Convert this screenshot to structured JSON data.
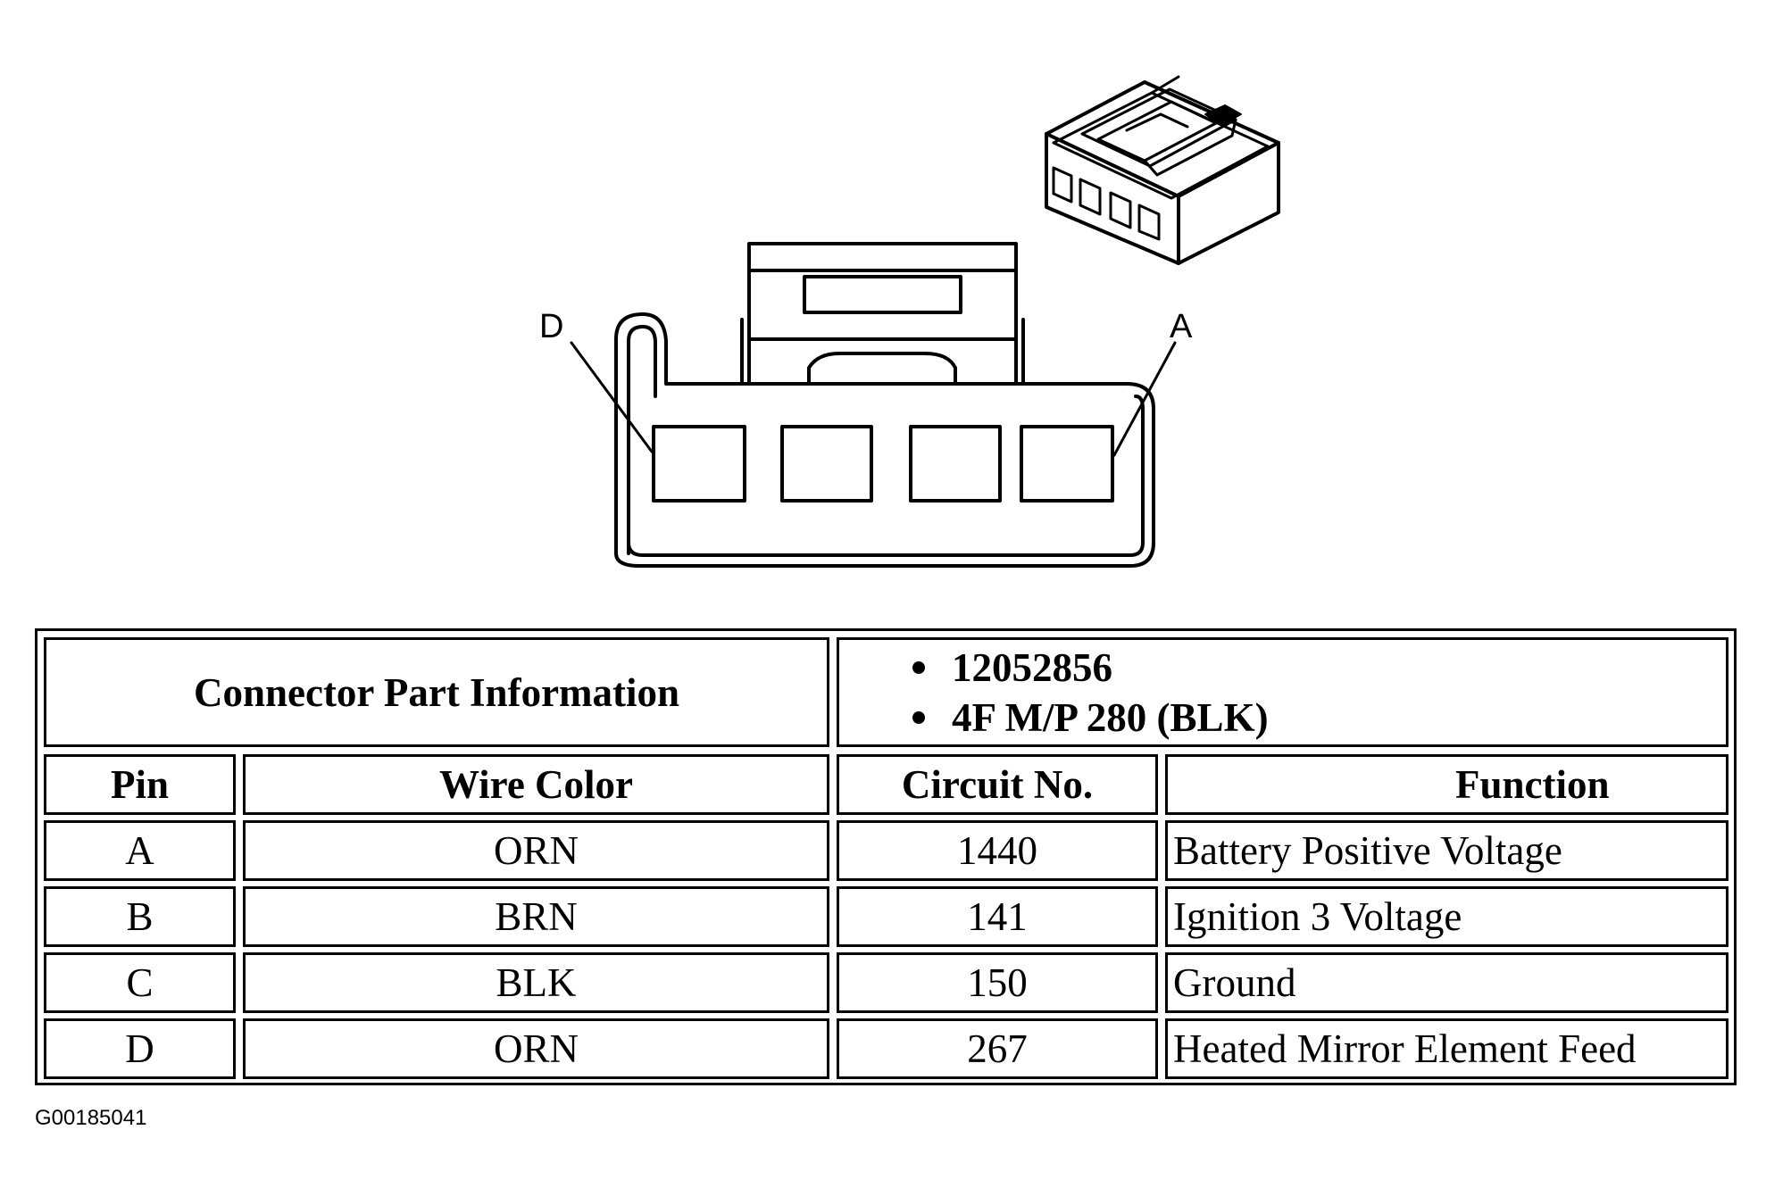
{
  "diagram": {
    "pin_labels": {
      "left": "D",
      "right": "A"
    },
    "terminal_cavities": 4,
    "figure_code": "G00185041"
  },
  "table": {
    "part_info_label": "Connector Part Information",
    "part_numbers": [
      "12052856",
      "4F M/P 280 (BLK)"
    ],
    "headers": {
      "pin": "Pin",
      "wire_color": "Wire Color",
      "circuit_no": "Circuit No.",
      "function": "Function"
    },
    "rows": [
      {
        "pin": "A",
        "wire_color": "ORN",
        "circuit_no": "1440",
        "function": "Battery Positive Voltage"
      },
      {
        "pin": "B",
        "wire_color": "BRN",
        "circuit_no": "141",
        "function": "Ignition 3 Voltage"
      },
      {
        "pin": "C",
        "wire_color": "BLK",
        "circuit_no": "150",
        "function": "Ground"
      },
      {
        "pin": "D",
        "wire_color": "ORN",
        "circuit_no": "267",
        "function": "Heated Mirror Element Feed"
      }
    ]
  }
}
